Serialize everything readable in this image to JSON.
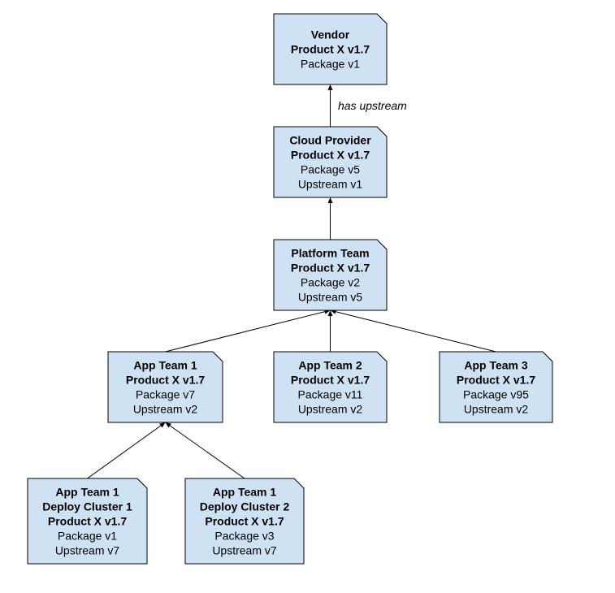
{
  "colors": {
    "node_fill": "#cfe2f3",
    "stroke": "#000000"
  },
  "nodes": [
    {
      "id": "vendor",
      "bold": [
        "Vendor",
        "Product X v1.7"
      ],
      "lines": [
        "Package v1"
      ]
    },
    {
      "id": "cloud",
      "bold": [
        "Cloud Provider",
        "Product X v1.7"
      ],
      "lines": [
        "Package v5",
        "Upstream v1"
      ],
      "parent": "vendor"
    },
    {
      "id": "platform",
      "bold": [
        "Platform Team",
        "Product X v1.7"
      ],
      "lines": [
        "Package v2",
        "Upstream v5"
      ],
      "parent": "cloud"
    },
    {
      "id": "app1",
      "bold": [
        "App Team 1",
        "Product X v1.7"
      ],
      "lines": [
        "Package v7",
        "Upstream v2"
      ],
      "parent": "platform"
    },
    {
      "id": "app2",
      "bold": [
        "App Team 2",
        "Product X v1.7"
      ],
      "lines": [
        "Package v11",
        "Upstream v2"
      ],
      "parent": "platform"
    },
    {
      "id": "app3",
      "bold": [
        "App Team 3",
        "Product X v1.7"
      ],
      "lines": [
        "Package v95",
        "Upstream v2"
      ],
      "parent": "platform"
    },
    {
      "id": "deploy1",
      "bold": [
        "App Team 1",
        "Deploy Cluster 1",
        "Product X v1.7"
      ],
      "lines": [
        "Package v1",
        "Upstream v7"
      ],
      "parent": "app1"
    },
    {
      "id": "deploy2",
      "bold": [
        "App Team 1",
        "Deploy Cluster 2",
        "Product X v1.7"
      ],
      "lines": [
        "Package v3",
        "Upstream v7"
      ],
      "parent": "app1"
    }
  ],
  "edge_label": "has upstream"
}
